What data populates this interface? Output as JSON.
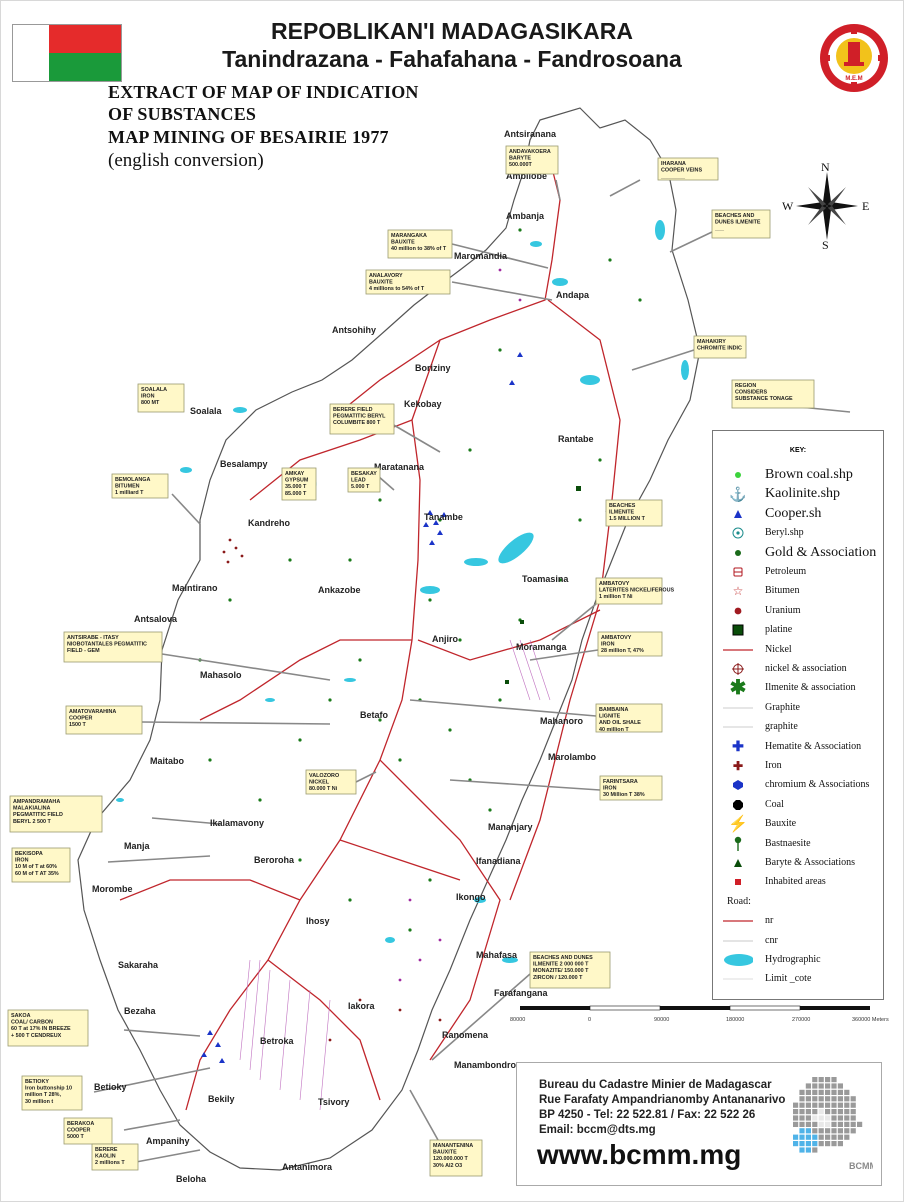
{
  "header": {
    "line1": "REPOBLIKAN'I MADAGASIKARA",
    "line2": "Tanindrazana - Fahafahana - Fandrosoana",
    "seal_text": "M.E.M"
  },
  "title": {
    "line1": "EXTRACT OF MAP OF INDICATION",
    "line2": "OF SUBSTANCES",
    "line3": "MAP MINING OF BESAIRIE 1977",
    "line4": "(english conversion)"
  },
  "compass": {
    "n": "N",
    "s": "S",
    "e": "E",
    "w": "W"
  },
  "places": [
    "Antsiranana",
    "Ambilobe",
    "Ambanja",
    "Maromandia",
    "Andapa",
    "Antsohihy",
    "Boriziny",
    "Kekobay",
    "Soalala",
    "Besalampy",
    "Maratanana",
    "Rantabe",
    "Kandreho",
    "Tanambe",
    "Toamasina",
    "Maintirano",
    "Ankazobe",
    "Antsalova",
    "Anjiro",
    "Moramanga",
    "Mahasolo",
    "Betafo",
    "Mahanoro",
    "Marolambo",
    "Maitabo",
    "Ikalamavony",
    "Mananjary",
    "Manja",
    "Beroroha",
    "Ifanadiana",
    "Morombe",
    "Ikongo",
    "Ihosy",
    "Mahafasa",
    "Farafangana",
    "Sakaraha",
    "Iakora",
    "Bezaha",
    "Betroka",
    "Ranomena",
    "Manambondro",
    "Betioky",
    "Bekily",
    "Tsivory",
    "Ampanihy",
    "Antanimora",
    "Beloha"
  ],
  "callouts": [
    {
      "lines": [
        "ANDAVAKOERA",
        "BARYTE",
        "500.000T"
      ]
    },
    {
      "lines": [
        "IHARANA",
        "COOPER VEINS",
        "________"
      ]
    },
    {
      "lines": [
        "BEACHES AND",
        "DUNES ILMENITE",
        "___"
      ]
    },
    {
      "lines": [
        "MARANGAKA",
        "BAUXITE",
        "40 million to 38% of T"
      ]
    },
    {
      "lines": [
        "ANALAVORY",
        "BAUXITE",
        "4 millions to 54% of T"
      ]
    },
    {
      "lines": [
        "MAHAKIRY",
        "CHROMITE INDIC"
      ]
    },
    {
      "lines": [
        "REGION",
        "CONSIDERS",
        "SUBSTANCE TONAGE"
      ]
    },
    {
      "lines": [
        "SOALALA",
        "IRON",
        "800 MT"
      ]
    },
    {
      "lines": [
        "BERERE FIELD",
        "PEGMATITIC BERYL",
        "COLUMBITE 800 T"
      ]
    },
    {
      "lines": [
        "BESAKAY",
        "LEAD",
        "5.000 T"
      ]
    },
    {
      "lines": [
        "AMKAY",
        "GYPSUM",
        "35.000 T",
        "85.000 T"
      ]
    },
    {
      "lines": [
        "BEMOLANGA",
        "BITUMEN",
        "1 milliard T"
      ]
    },
    {
      "lines": [
        "BEACHES",
        "ILMENITE",
        "1.5 MILLION T"
      ]
    },
    {
      "lines": [
        "AMBATOVY",
        "LATERITES NICKELIFEROUS",
        "1 million   T Ni"
      ]
    },
    {
      "lines": [
        "ANTSIRABE - ITASY",
        "NIOBOTANTALES PEGMATITIC",
        "FIELD - GEM"
      ]
    },
    {
      "lines": [
        "AMBATOVY",
        "IRON",
        "28 million  T, 47%"
      ]
    },
    {
      "lines": [
        "AMATOVARAHINA",
        "COOPER",
        "1500 T"
      ]
    },
    {
      "lines": [
        "BAMBAINA",
        "LIGNITE",
        "AND OIL SHALE",
        "40 million   T"
      ]
    },
    {
      "lines": [
        "VALOZORO",
        "NICKEL",
        "80.000 T Ni"
      ]
    },
    {
      "lines": [
        "FARINTSARA",
        "IRON",
        "30 Million T 38%"
      ]
    },
    {
      "lines": [
        "AMPANDRAMAHA",
        "MALAKIALINA",
        "PEGMATITIC FIELD",
        "BERYL 2 500 T"
      ]
    },
    {
      "lines": [
        "BEKISOPA",
        "IRON",
        "10 M of T at 60%",
        "60 M of T AT 35%"
      ]
    },
    {
      "lines": [
        "BEACHES AND DUNES",
        "ILMENITE 2 000 000 T",
        "MONAZITE/ 150.000 T",
        "ZIRCON / 120.000 T"
      ]
    },
    {
      "lines": [
        "SAKOA",
        "COAL/ CARBON",
        "60 T at 17% IN BREEZE",
        "+ 500 T CENDREUX"
      ]
    },
    {
      "lines": [
        "BETIOKY",
        "Iron buttonship 10",
        "million T 28%,",
        "30 million t"
      ]
    },
    {
      "lines": [
        "BERAKOA",
        "COOPER",
        "5000 T"
      ]
    },
    {
      "lines": [
        "BERERE",
        "KAOLIN",
        "2 millions T"
      ]
    },
    {
      "lines": [
        "MANANTENINA",
        "BAUXITE",
        "120.000.000 T",
        "30% Al2 O3"
      ]
    }
  ],
  "key": {
    "title": "KEY:",
    "items": [
      {
        "label": "Brown coal.shp",
        "icon": "green-dot-icon",
        "size": 14
      },
      {
        "label": "Kaolinite.shp",
        "icon": "anchor-icon",
        "size": 14
      },
      {
        "label": "Cooper.sh",
        "icon": "blue-triangle-icon",
        "size": 14
      },
      {
        "label": "Beryl.shp",
        "icon": "target-circle-icon",
        "size": 10
      },
      {
        "label": "Gold & Association",
        "icon": "dark-green-dot-icon",
        "size": 14
      },
      {
        "label": "Petroleum",
        "icon": "oil-drum-icon",
        "size": 10
      },
      {
        "label": "Bitumen",
        "icon": "star-outline-icon",
        "size": 10
      },
      {
        "label": "Uranium",
        "icon": "dark-red-dot-icon",
        "size": 10
      },
      {
        "label": "platine",
        "icon": "green-square-icon",
        "size": 10
      },
      {
        "label": "Nickel",
        "icon": "red-line-icon",
        "size": 10
      },
      {
        "label": "nickel & association",
        "icon": "crosshair-icon",
        "size": 10
      },
      {
        "label": "Ilmenite & association",
        "icon": "asterisk-icon",
        "size": 10
      },
      {
        "label": "Graphite",
        "icon": "thin-line-icon",
        "size": 10
      },
      {
        "label": "graphite",
        "icon": "thin-line-icon",
        "size": 10
      },
      {
        "label": "Hematite & Association",
        "icon": "blue-cross-icon",
        "size": 10
      },
      {
        "label": "Iron",
        "icon": "red-cross-icon",
        "size": 10
      },
      {
        "label": "chromium & Associations",
        "icon": "blue-hexagon-icon",
        "size": 10
      },
      {
        "label": "Coal",
        "icon": "black-octagon-icon",
        "size": 10
      },
      {
        "label": "Bauxite",
        "icon": "lightning-icon",
        "size": 10
      },
      {
        "label": "Bastnaesite",
        "icon": "pin-icon",
        "size": 10
      },
      {
        "label": "Baryte & Associations",
        "icon": "dark-triangle-icon",
        "size": 10
      },
      {
        "label": "Inhabited areas",
        "icon": "red-square-icon",
        "size": 10
      },
      {
        "label": "Road:",
        "icon": "none",
        "size": 10
      },
      {
        "label": "nr",
        "icon": "road-red-icon",
        "size": 10
      },
      {
        "label": "cnr",
        "icon": "road-grey-icon",
        "size": 10
      },
      {
        "label": "Hydrographic",
        "icon": "cyan-ellipse-icon",
        "size": 10
      },
      {
        "label": "Limit  _cote",
        "icon": "limit-line-icon",
        "size": 10
      }
    ]
  },
  "scale": {
    "ticks": [
      "80000",
      "0",
      "90000",
      "180000",
      "270000",
      "360000 Meters"
    ]
  },
  "footer": {
    "line1": "Bureau du Cadastre Minier de Madagascar",
    "line2": "Rue Farafaty Ampandrianomby Antananarivo",
    "line3": "BP 4250 - Tel: 22 522.81 / Fax: 22 522 26",
    "line4": "Email: bccm@dts.mg",
    "website": "www.bcmm.mg",
    "logo_text": "BCMM"
  },
  "colors": {
    "road": "#c0262c",
    "water": "#36c7e0",
    "callout_fill": "#fff8c8",
    "flag_red": "#e52b2b",
    "flag_green": "#1a9a3a"
  }
}
